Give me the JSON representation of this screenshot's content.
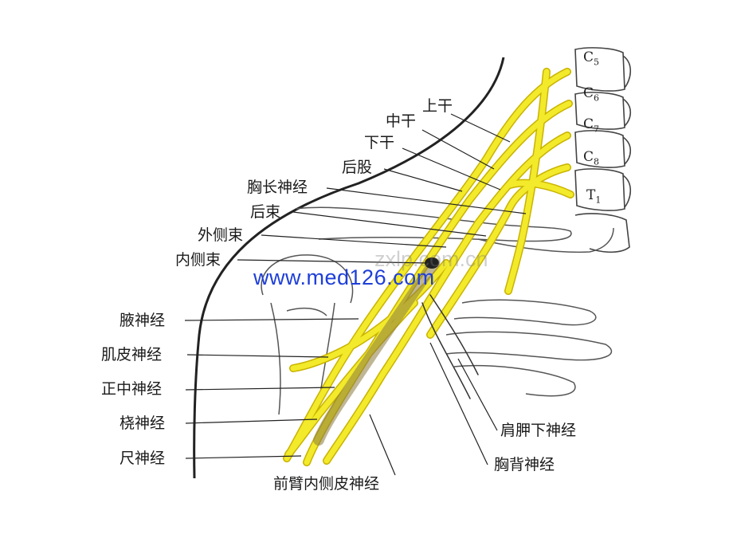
{
  "vertebrae": [
    "C5",
    "C6",
    "C7",
    "C8",
    "T1"
  ],
  "labels": {
    "upper_trunk": "上干",
    "middle_trunk": "中干",
    "lower_trunk": "下干",
    "posterior_division": "后股",
    "long_thoracic_nerve": "胸长神经",
    "posterior_cord": "后束",
    "lateral_cord": "外侧束",
    "medial_cord": "内侧束",
    "axillary_nerve": "腋神经",
    "musculocutaneous_nerve": "肌皮神经",
    "median_nerve": "正中神经",
    "radial_nerve": "桡神经",
    "ulnar_nerve": "尺神经",
    "subscapular_nerve": "肩胛下神经",
    "thoracodorsal_nerve": "胸背神经",
    "medial_antebrachial_cutaneous_nerve": "前臂内侧皮神经"
  },
  "watermark": "www.med126.com",
  "watermark_faint": "zxlp.com.cn",
  "colors": {
    "nerve": "#f2ea2a",
    "nerve_stroke": "#c9b300",
    "outline": "#2a2a2a",
    "bone": "#555555",
    "watermark": "#1e3fd8"
  }
}
